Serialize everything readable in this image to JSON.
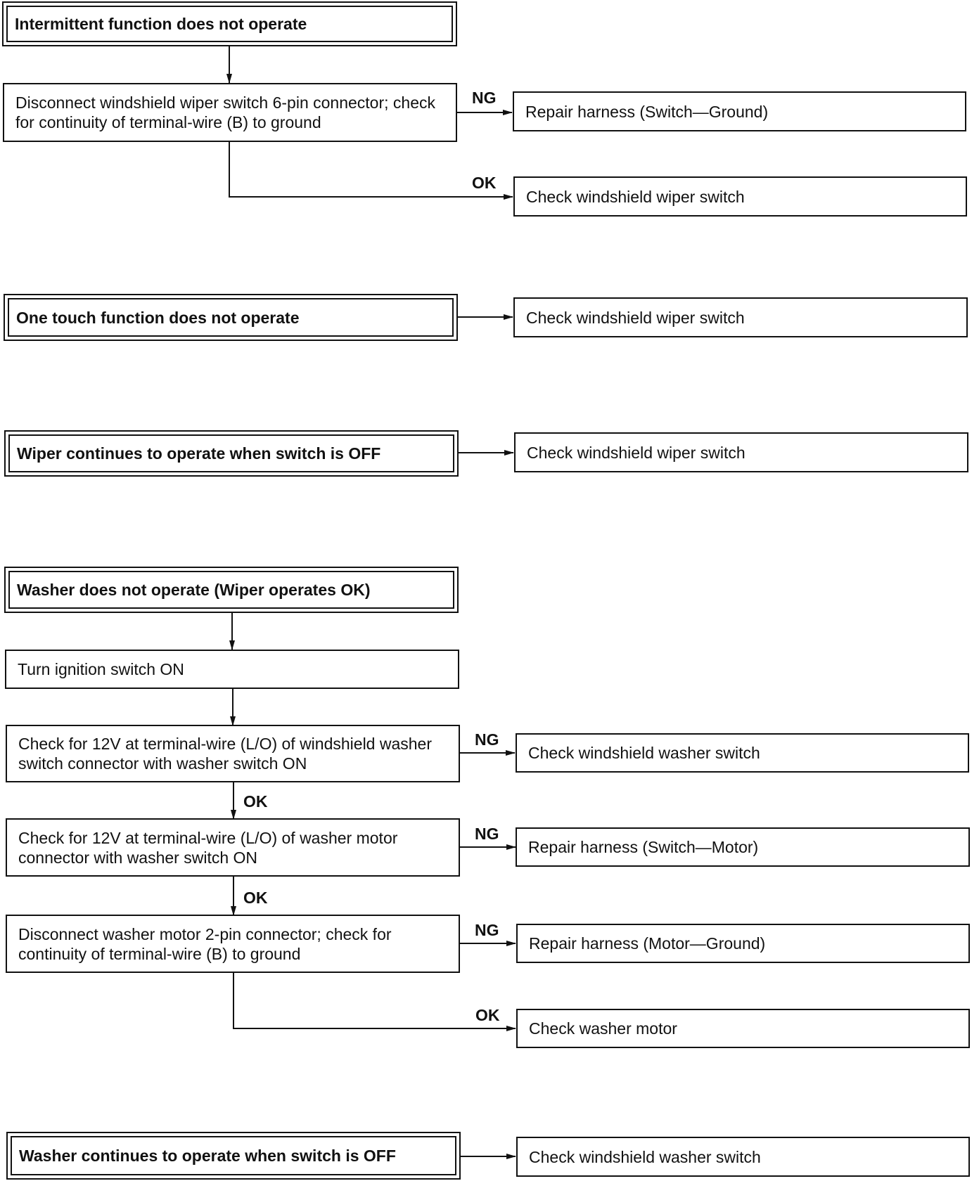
{
  "flowcharts": [
    {
      "title": "Intermittent function does not operate",
      "step1": "Disconnect windshield wiper switch 6-pin connector; check for continuity of terminal-wire (B) to ground",
      "ng_label": "NG",
      "ng_result": "Repair harness (Switch—Ground)",
      "ok_label": "OK",
      "ok_result": "Check windshield wiper switch"
    },
    {
      "title": "One touch function does not operate",
      "result": "Check windshield wiper switch"
    },
    {
      "title": "Wiper continues to operate when switch is OFF",
      "result": "Check windshield wiper switch"
    },
    {
      "title": "Washer does not operate (Wiper operates OK)",
      "step1": "Turn ignition switch ON",
      "step2": "Check for 12V at terminal-wire (L/O) of windshield washer switch connector with washer switch ON",
      "step2_ng_label": "NG",
      "step2_ng_result": "Check windshield washer switch",
      "step2_ok_label": "OK",
      "step3": "Check for 12V at terminal-wire (L/O) of washer motor connector with washer switch ON",
      "step3_ng_label": "NG",
      "step3_ng_result": "Repair harness (Switch—Motor)",
      "step3_ok_label": "OK",
      "step4": "Disconnect washer motor 2-pin connector; check for continuity of terminal-wire (B) to ground",
      "step4_ng_label": "NG",
      "step4_ng_result": "Repair harness (Motor—Ground)",
      "step4_ok_label": "OK",
      "step4_ok_result": "Check washer motor"
    },
    {
      "title": "Washer continues to operate when switch is OFF",
      "result": "Check windshield washer switch"
    }
  ]
}
